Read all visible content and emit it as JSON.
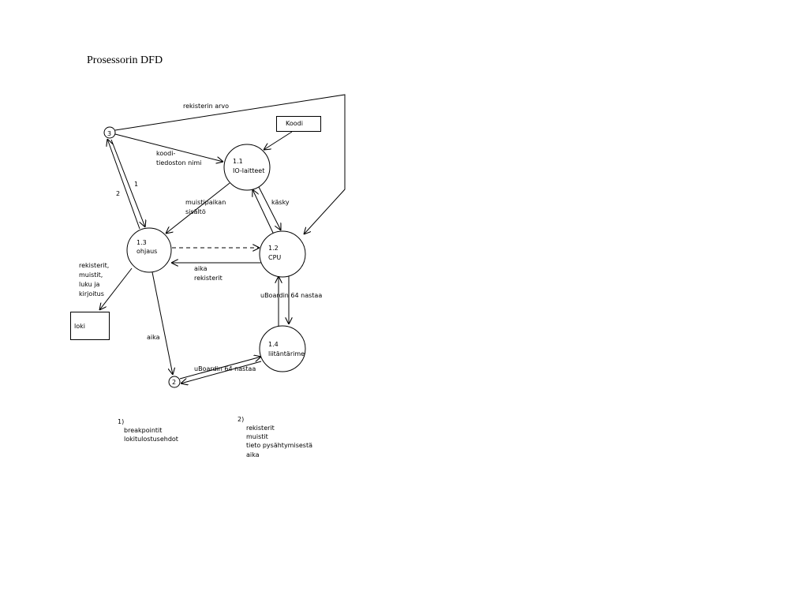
{
  "title": "Prosessorin DFD",
  "processes": [
    {
      "id": "1.1",
      "name": "IO-laitteet"
    },
    {
      "id": "1.2",
      "name": "CPU"
    },
    {
      "id": "1.3",
      "name": "ohjaus"
    },
    {
      "id": "1.4",
      "name": "liitäntärime"
    }
  ],
  "stores": {
    "koodi": "Koodi",
    "loki": "loki"
  },
  "connectors": {
    "c3": "3",
    "c2": "2"
  },
  "flows": {
    "rekisterin_arvo": "rekisterin arvo",
    "koodi_1": "koodi-",
    "koodi_2": "tiedoston nimi",
    "f1": "1",
    "f2": "2",
    "muisti_1": "muistipaikan",
    "muisti_2": "sisältö",
    "kasky": "käsky",
    "loki_1": "rekisterit,",
    "loki_2": "muistit,",
    "loki_3": "luku ja",
    "loki_4": "kirjoitus",
    "aika_rek_1": "aika",
    "aika_rek_2": "rekisterit",
    "uboard_cpu": "uBoardin 64 nastaa",
    "aika": "aika",
    "uboard_2": "uBoardin 64 nastaa"
  },
  "notes": {
    "n1_title": "1)",
    "n1_items": [
      "breakpointit",
      "lokitulostusehdot"
    ],
    "n2_title": "2)",
    "n2_items": [
      "rekisterit",
      "muistit",
      "tieto pysähtymisestä",
      "aika"
    ]
  }
}
